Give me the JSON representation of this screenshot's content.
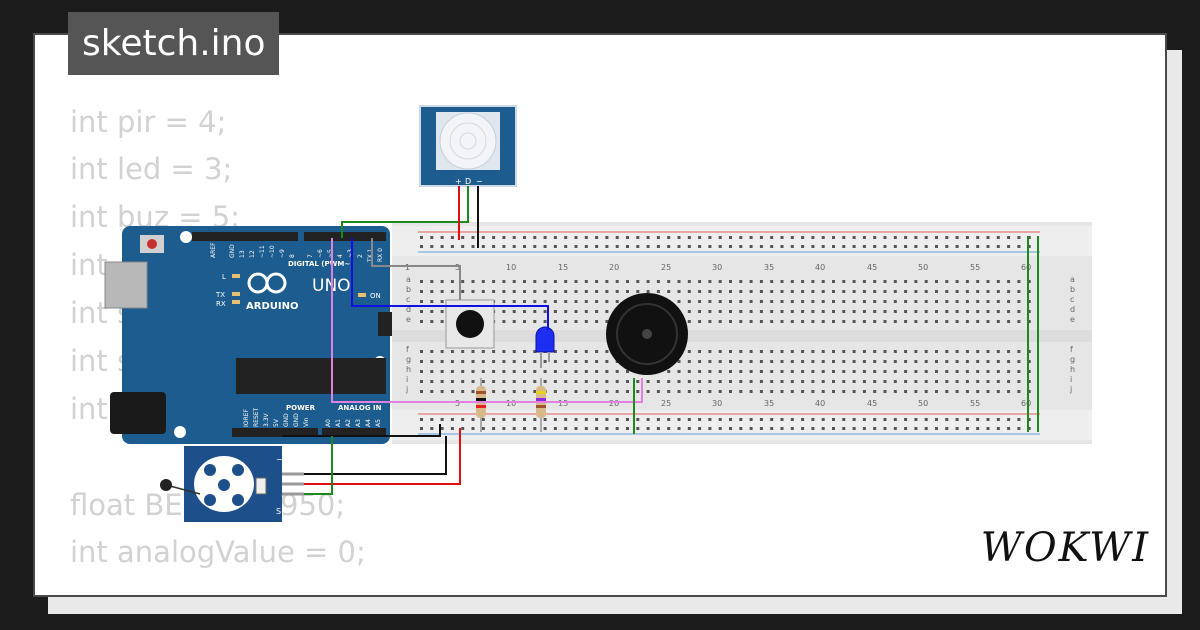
{
  "title": "sketch.ino",
  "code_lines": [
    "int pir = 4;",
    "int led = 3;",
    "int buz = 5;",
    "int",
    "int s",
    "int s",
    "int",
    "",
    "float BE",
    "int analogValue = 0;"
  ],
  "code_fragment": "950;",
  "logo": "WOKWI",
  "arduino": {
    "brand": "ARDUINO",
    "model": "UNO",
    "digital_label": "DIGITAL (PWM~)",
    "power_label": "POWER",
    "analog_label": "ANALOG IN",
    "on_label": "ON",
    "led_labels": [
      "L",
      "TX",
      "RX"
    ],
    "side_labels": [
      "IOREF",
      "RESET",
      "3.3V",
      "5V",
      "GND",
      "GND",
      "Vin"
    ],
    "top_pin_labels": [
      "AREF",
      "GND",
      "13",
      "12",
      "~11",
      "~10",
      "~9",
      "8",
      "7",
      "~6",
      "~5",
      "4",
      "~3",
      "2",
      "TX 1",
      "RX 0"
    ],
    "analog_pins": [
      "A0",
      "A1",
      "A2",
      "A3",
      "A4",
      "A5"
    ]
  },
  "pir": {
    "pins": [
      "+",
      "D",
      "−"
    ]
  },
  "ntc": {
    "pin_labels": [
      "−",
      "S"
    ]
  },
  "breadboard": {
    "col_numbers": [
      "1",
      "5",
      "10",
      "15",
      "20",
      "25",
      "30",
      "35",
      "40",
      "45",
      "50",
      "55",
      "60"
    ],
    "row_letters_top": [
      "a",
      "b",
      "c",
      "d",
      "e"
    ],
    "row_letters_bottom": [
      "f",
      "g",
      "h",
      "i",
      "j"
    ]
  },
  "colors": {
    "board": "#1d5c8e",
    "wire_green": "#1a8a1a",
    "wire_red": "#e01010",
    "wire_black": "#111111",
    "wire_blue": "#1010e0",
    "wire_pink": "#e080e0",
    "wire_gray": "#888888"
  }
}
